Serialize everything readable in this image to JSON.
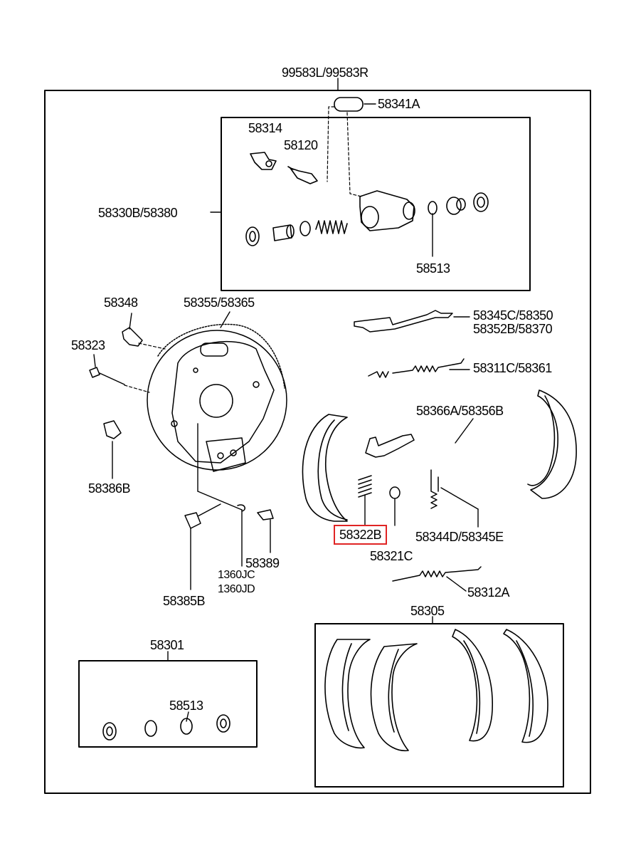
{
  "highlight_color": "#e02424",
  "labels": {
    "top_ref": "99583L/99583R",
    "p58341A": "58341A",
    "p58314": "58314",
    "p58120": "58120",
    "cylinder_asm": "58330B/58380",
    "p58513_top": "58513",
    "p58348": "58348",
    "backing_plate": "58355/58365",
    "p58323": "58323",
    "p58386B": "58386B",
    "adjuster_1": "58345C/58350",
    "adjuster_2": "58352B/58370",
    "spring_58311": "58311C/58361",
    "lever": "58366A/58356B",
    "p58322B": "58322B",
    "p58321C": "58321C",
    "spring_58344": "58344D/58345E",
    "p58389": "58389",
    "p1360JC": "1360JC",
    "p1360JD": "1360JD",
    "p58385B": "58385B",
    "p58312A": "58312A",
    "shoe_kit": "58305",
    "repair_kit": "58301",
    "p58513_kit": "58513"
  }
}
